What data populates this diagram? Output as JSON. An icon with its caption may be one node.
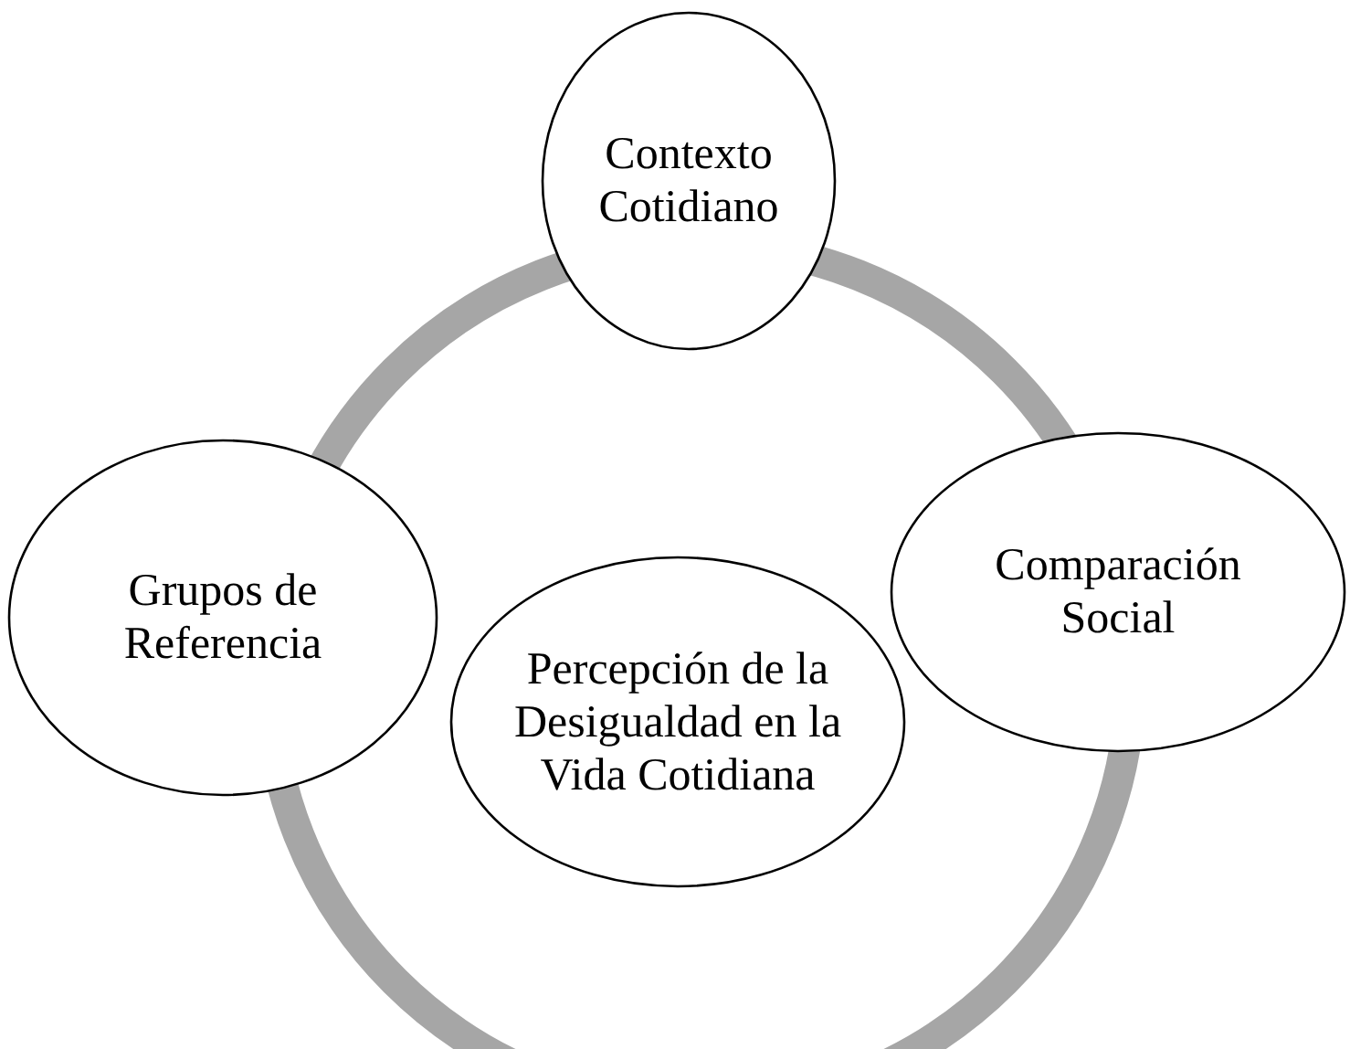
{
  "diagram": {
    "nodes": [
      {
        "text": [
          "Contexto Cotidiano"
        ]
      },
      {
        "text": [
          "Grupos de Referencia"
        ]
      },
      {
        "text": [
          "Comparación Social"
        ]
      },
      {
        "text": [
          "Percepción de la Desigualdad en la Vida Cotidiana"
        ]
      }
    ]
  }
}
